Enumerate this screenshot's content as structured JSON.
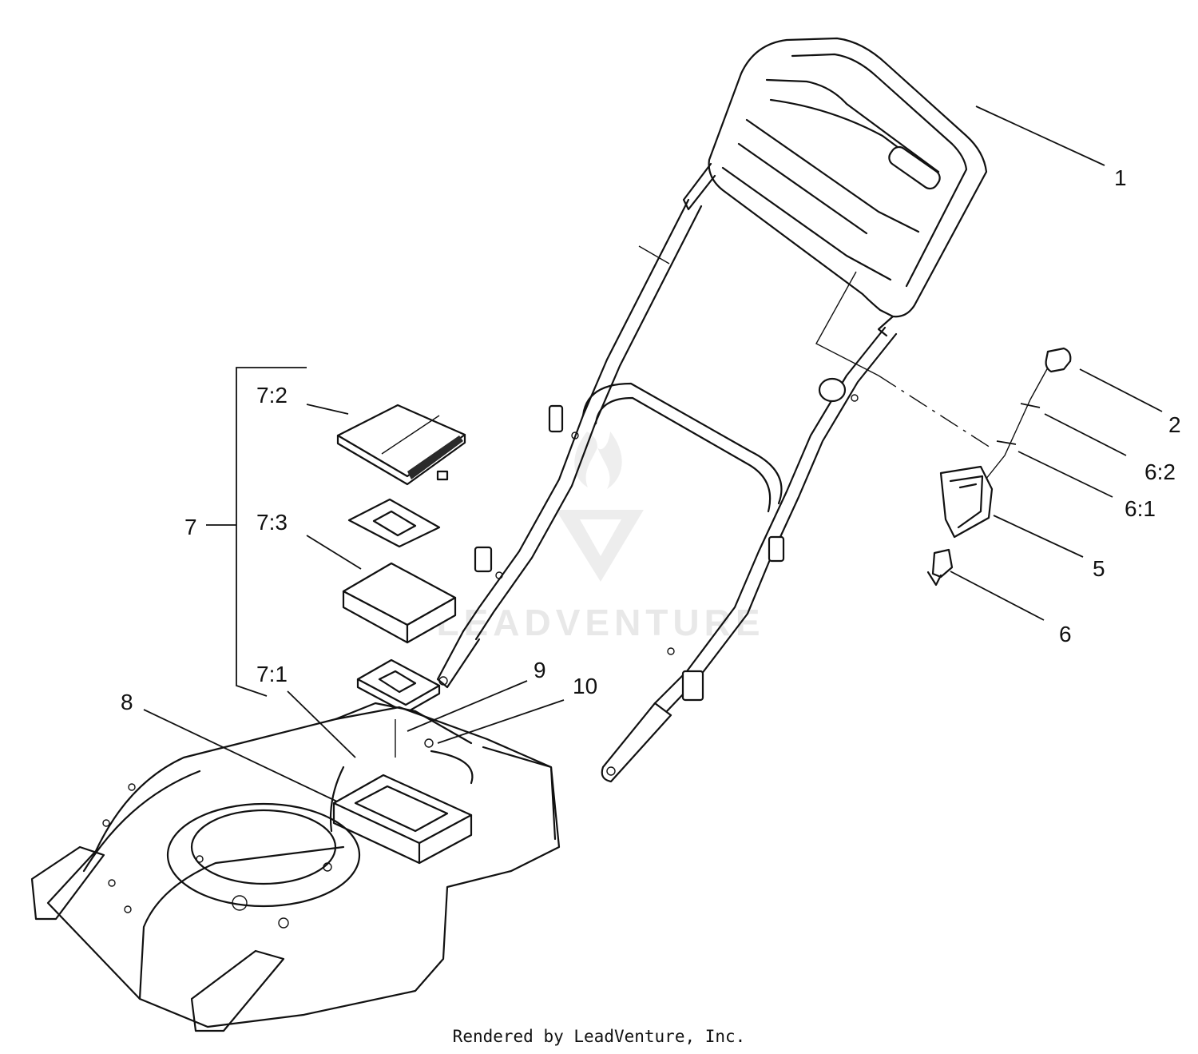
{
  "diagram": {
    "callouts": [
      {
        "id": "1",
        "label": "1"
      },
      {
        "id": "2",
        "label": "2"
      },
      {
        "id": "6-2",
        "label": "6:2"
      },
      {
        "id": "6-1",
        "label": "6:1"
      },
      {
        "id": "5",
        "label": "5"
      },
      {
        "id": "6",
        "label": "6"
      },
      {
        "id": "7",
        "label": "7"
      },
      {
        "id": "7-2",
        "label": "7:2"
      },
      {
        "id": "7-3",
        "label": "7:3"
      },
      {
        "id": "7-1",
        "label": "7:1"
      },
      {
        "id": "8",
        "label": "8"
      },
      {
        "id": "9",
        "label": "9"
      },
      {
        "id": "10",
        "label": "10"
      }
    ],
    "watermark": {
      "brand": "LEADVENTURE"
    },
    "footer": "Rendered by LeadVenture, Inc."
  }
}
